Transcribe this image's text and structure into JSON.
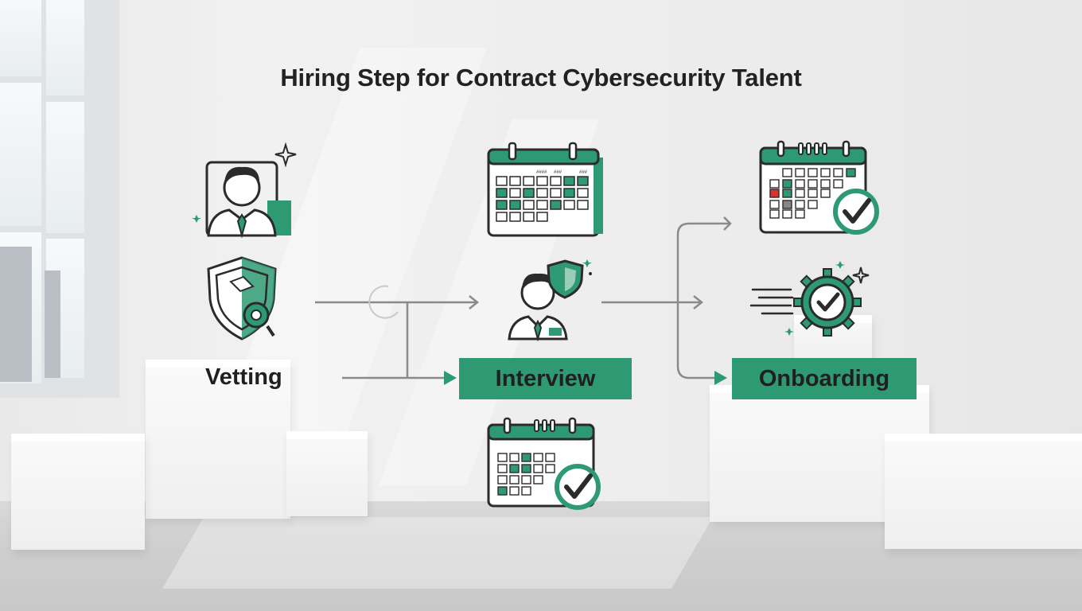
{
  "title": "Hiring Step for Contract Cybersecurity Talent",
  "steps": {
    "vetting": "Vetting",
    "interview": "Interview",
    "onboarding": "Onboarding"
  },
  "calendar_header_text": [
    "####",
    "###",
    "###"
  ],
  "colors": {
    "accent": "#2e9a73",
    "ink": "#2b2b2b",
    "alert": "#d9352b"
  },
  "icons": [
    "candidate-portrait-icon",
    "security-shield-gear-icon",
    "calendar-icon",
    "interviewer-shield-icon",
    "calendar-check-icon",
    "gear-check-icon"
  ]
}
